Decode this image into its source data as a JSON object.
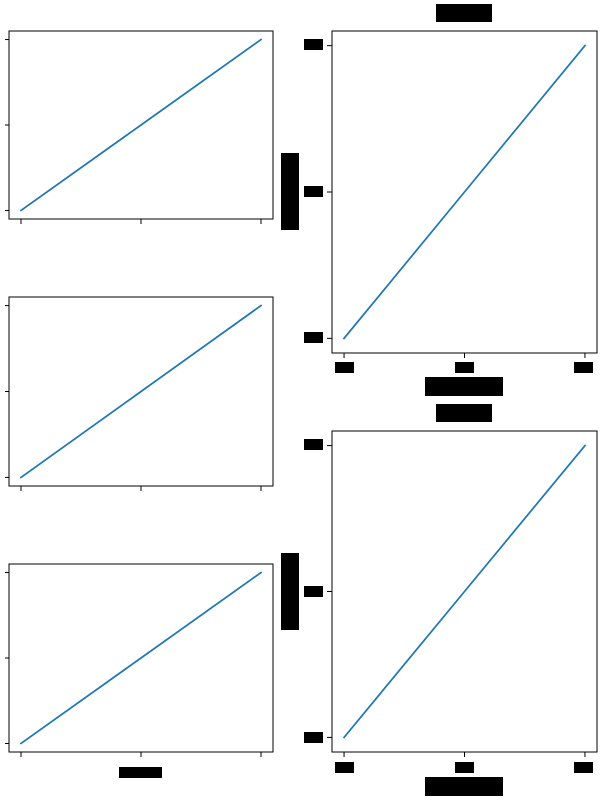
{
  "colors": {
    "series": "#1f77b4",
    "axes": "#000000",
    "redaction": "#000000",
    "background": "#ffffff"
  },
  "chart_data": [
    {
      "id": "left-top",
      "type": "line",
      "grid": false,
      "redacted_labels": false,
      "xlim": [
        -0.1,
        2.1
      ],
      "ylim": [
        -0.1,
        2.1
      ],
      "x_ticks": [
        0,
        1,
        2
      ],
      "y_ticks": [
        0,
        1,
        2
      ],
      "series": [
        {
          "x": [
            0,
            1,
            2
          ],
          "y": [
            0,
            1,
            2
          ]
        }
      ]
    },
    {
      "id": "left-middle",
      "type": "line",
      "grid": false,
      "redacted_labels": false,
      "xlim": [
        -0.1,
        2.1
      ],
      "ylim": [
        -0.1,
        2.1
      ],
      "x_ticks": [
        0,
        1,
        2
      ],
      "y_ticks": [
        0,
        1,
        2
      ],
      "series": [
        {
          "x": [
            0,
            1,
            2
          ],
          "y": [
            0,
            1,
            2
          ]
        }
      ]
    },
    {
      "id": "left-bottom",
      "type": "line",
      "grid": false,
      "redacted_labels": false,
      "xlabel_redacted": true,
      "xlim": [
        -0.1,
        2.1
      ],
      "ylim": [
        -0.1,
        2.1
      ],
      "x_ticks": [
        0,
        1,
        2
      ],
      "y_ticks": [
        0,
        1,
        2
      ],
      "series": [
        {
          "x": [
            0,
            1,
            2
          ],
          "y": [
            0,
            1,
            2
          ]
        }
      ]
    },
    {
      "id": "right-top",
      "type": "line",
      "grid": false,
      "redacted_labels": true,
      "title_redacted": true,
      "xlabel_redacted": true,
      "ylabel_redacted": true,
      "xlim": [
        -0.1,
        2.1
      ],
      "ylim": [
        -0.1,
        2.1
      ],
      "x_ticks": [
        0,
        1,
        2
      ],
      "y_ticks": [
        0,
        1,
        2
      ],
      "series": [
        {
          "x": [
            0,
            1,
            2
          ],
          "y": [
            0,
            1,
            2
          ]
        }
      ]
    },
    {
      "id": "right-bottom",
      "type": "line",
      "grid": false,
      "redacted_labels": true,
      "title_redacted": true,
      "xlabel_redacted": true,
      "ylabel_redacted": true,
      "xlim": [
        -0.1,
        2.1
      ],
      "ylim": [
        -0.1,
        2.1
      ],
      "x_ticks": [
        0,
        1,
        2
      ],
      "y_ticks": [
        0,
        1,
        2
      ],
      "series": [
        {
          "x": [
            0,
            1,
            2
          ],
          "y": [
            0,
            1,
            2
          ]
        }
      ]
    }
  ]
}
